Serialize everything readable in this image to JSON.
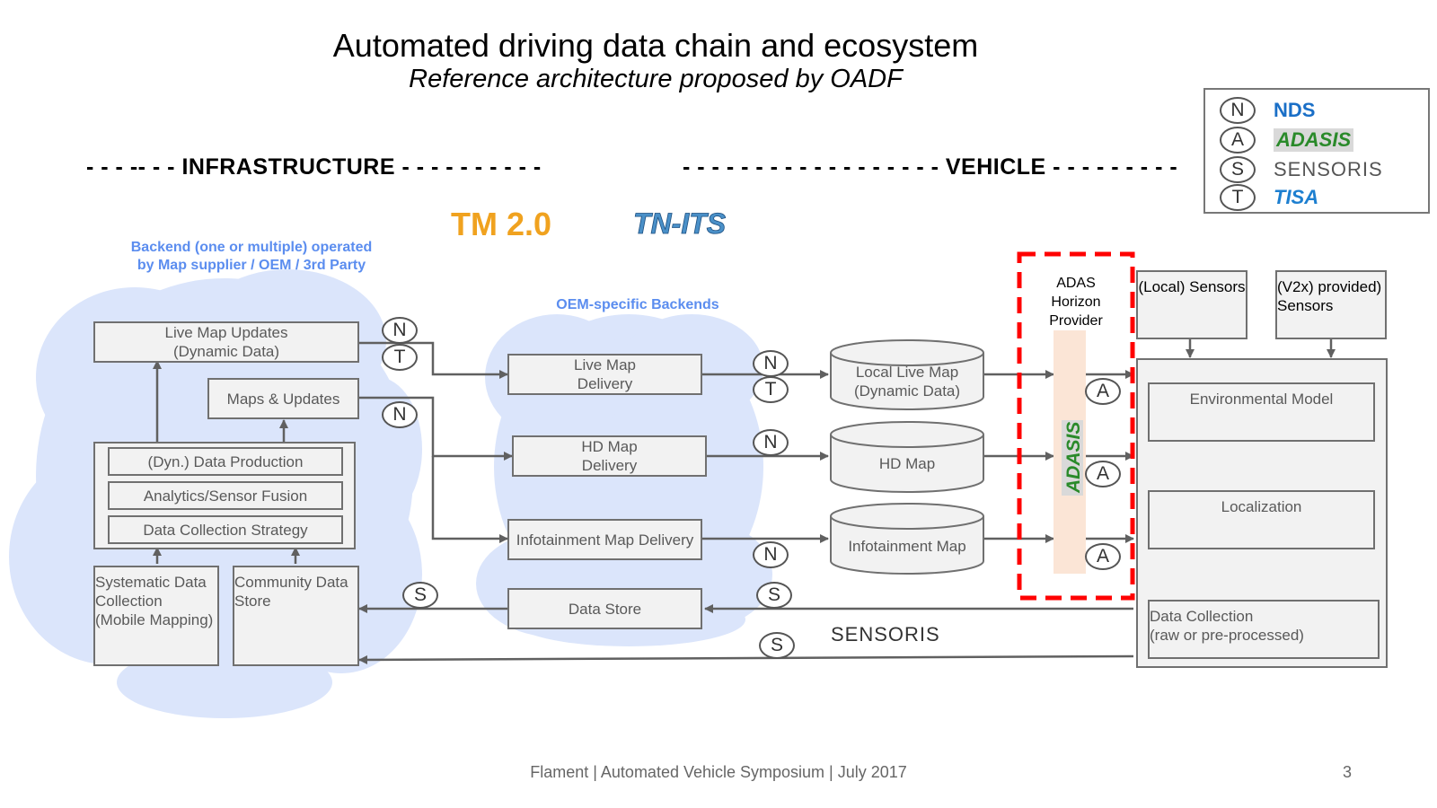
{
  "header": {
    "title": "Automated driving data chain and ecosystem",
    "subtitle": "Reference architecture proposed by OADF"
  },
  "sections": {
    "infrastructure": "- - - -- - - INFRASTRUCTURE - - - - - - - - - -",
    "vehicle": "- - - - - - - - - - - - - - - - - - VEHICLE - - - - - - - - -"
  },
  "logos": {
    "tm2": "TM 2.0",
    "tnits": "TN-ITS",
    "sensoris": "SENSORIS",
    "adasis_vertical": "ADASIS"
  },
  "legend": {
    "items": [
      {
        "code": "N",
        "name": "NDS"
      },
      {
        "code": "A",
        "name": "ADASIS"
      },
      {
        "code": "S",
        "name": "SENSORIS"
      },
      {
        "code": "T",
        "name": "TISA"
      }
    ]
  },
  "backend": {
    "label_line1": "Backend (one or multiple) operated",
    "label_line2": "by Map supplier / OEM / 3rd Party",
    "live_map_updates_l1": "Live Map Updates",
    "live_map_updates_l2": "(Dynamic Data)",
    "maps_updates": "Maps & Updates",
    "dyn_data_production": "(Dyn.) Data Production",
    "analytics": "Analytics/Sensor Fusion",
    "data_collection_strategy": "Data Collection Strategy",
    "systematic_l1": "Systematic Data",
    "systematic_l2": "Collection",
    "systematic_l3": "(Mobile Mapping)",
    "community_l1": "Community Data",
    "community_l2": "Store"
  },
  "oem": {
    "label": "OEM-specific Backends",
    "live_map_delivery_l1": "Live Map",
    "live_map_delivery_l2": "Delivery",
    "hd_map_delivery_l1": "HD Map",
    "hd_map_delivery_l2": "Delivery",
    "infotainment_delivery": "Infotainment Map Delivery",
    "data_store": "Data Store"
  },
  "vehicle": {
    "local_live_map_l1": "Local Live Map",
    "local_live_map_l2": "(Dynamic Data)",
    "hd_map": "HD Map",
    "infotainment_map": "Infotainment Map",
    "adas_l1": "ADAS",
    "adas_l2": "Horizon",
    "adas_l3": "Provider",
    "local_sensors": "(Local) Sensors",
    "v2x_l1": "(V2x) provided)",
    "v2x_l2": "Sensors",
    "environmental_model": "Environmental Model",
    "localization": "Localization",
    "data_collection_l1": "Data Collection",
    "data_collection_l2": "(raw or pre-processed)"
  },
  "footer": {
    "text": "Flament | Automated Vehicle Symposium | July 2017",
    "page": "3"
  },
  "colors": {
    "cloud": "#dbe5fb",
    "box_fill": "#f2f2f2",
    "box_border": "#707070",
    "arrow": "#606060",
    "highlight_dashed": "#ff0000",
    "blue_label": "#5b8def",
    "adasis_bar": "#fbe5d6"
  }
}
